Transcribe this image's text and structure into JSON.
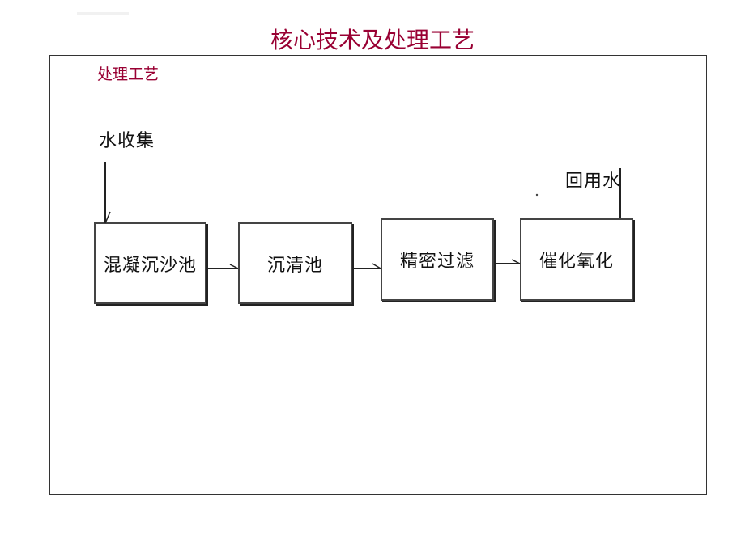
{
  "slide": {
    "title": "核心技术及处理工艺",
    "section_label": "处理工艺"
  },
  "flow": {
    "input_label": "水收集",
    "output_label": "回用水",
    "steps": [
      {
        "label": "混凝沉沙池"
      },
      {
        "label": "沉清池"
      },
      {
        "label": "精密过滤"
      },
      {
        "label": "催化氧化"
      }
    ]
  },
  "colors": {
    "title": "#990033",
    "line": "#222222"
  }
}
